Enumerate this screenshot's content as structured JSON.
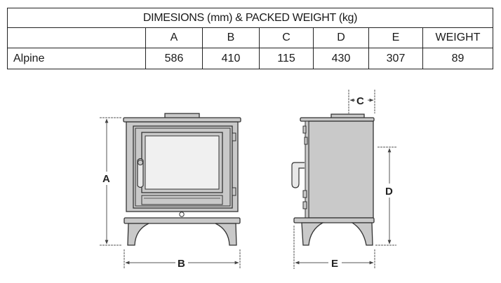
{
  "table": {
    "title": "DIMESIONS (mm) & PACKED WEIGHT (kg)",
    "columns": [
      "",
      "A",
      "B",
      "C",
      "D",
      "E",
      "WEIGHT"
    ],
    "rows": [
      {
        "model": "Alpine",
        "A": "586",
        "B": "410",
        "C": "115",
        "D": "430",
        "E": "307",
        "WEIGHT": "89"
      }
    ]
  },
  "diagram": {
    "front_view": {
      "labels": {
        "height": "A",
        "width": "B"
      }
    },
    "side_view": {
      "labels": {
        "flue_offset": "C",
        "flue_height_to_floor": "D",
        "depth": "E"
      }
    },
    "colors": {
      "body": "#c9c9c9",
      "glass": "#f0f0f0",
      "outline": "#333333",
      "dimension_line": "#555555"
    }
  }
}
